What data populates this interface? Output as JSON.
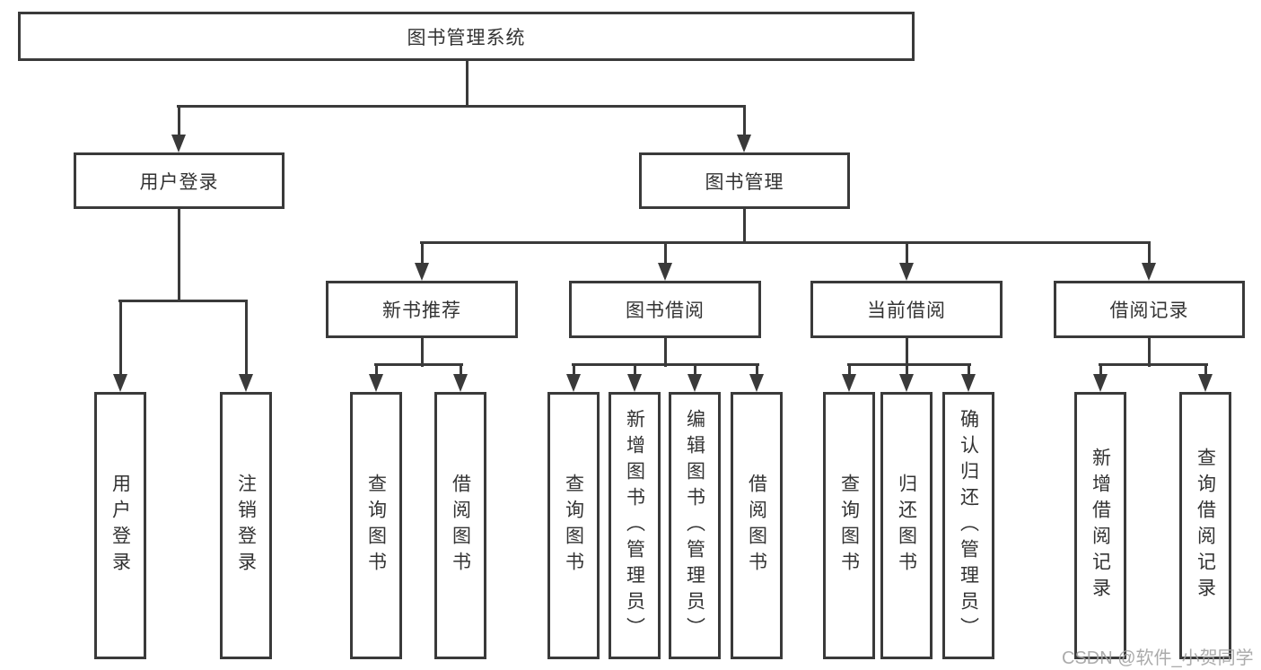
{
  "colors": {
    "line": "#3a3a3a",
    "border": "#3a3a3a",
    "text": "#333333",
    "watermark": "#a3a3a3",
    "background": "#ffffff"
  },
  "watermark": "CSDN @软件_小贺同学",
  "root": {
    "label": "图书管理系统"
  },
  "level2": [
    {
      "label": "用户登录"
    },
    {
      "label": "图书管理"
    }
  ],
  "level3": [
    {
      "label": "新书推荐"
    },
    {
      "label": "图书借阅"
    },
    {
      "label": "当前借阅"
    },
    {
      "label": "借阅记录"
    }
  ],
  "leaves": [
    {
      "group": "用户登录",
      "label": "用户登录"
    },
    {
      "group": "用户登录",
      "label": "注销登录"
    },
    {
      "group": "新书推荐",
      "label": "查询图书"
    },
    {
      "group": "新书推荐",
      "label": "借阅图书"
    },
    {
      "group": "图书借阅",
      "label": "查询图书"
    },
    {
      "group": "图书借阅",
      "label": "新增图书（管理员）"
    },
    {
      "group": "图书借阅",
      "label": "编辑图书（管理员）"
    },
    {
      "group": "图书借阅",
      "label": "借阅图书"
    },
    {
      "group": "当前借阅",
      "label": "查询图书"
    },
    {
      "group": "当前借阅",
      "label": "归还图书"
    },
    {
      "group": "当前借阅",
      "label": "确认归还（管理员）"
    },
    {
      "group": "借阅记录",
      "label": "新增借阅记录"
    },
    {
      "group": "借阅记录",
      "label": "查询借阅记录"
    }
  ]
}
